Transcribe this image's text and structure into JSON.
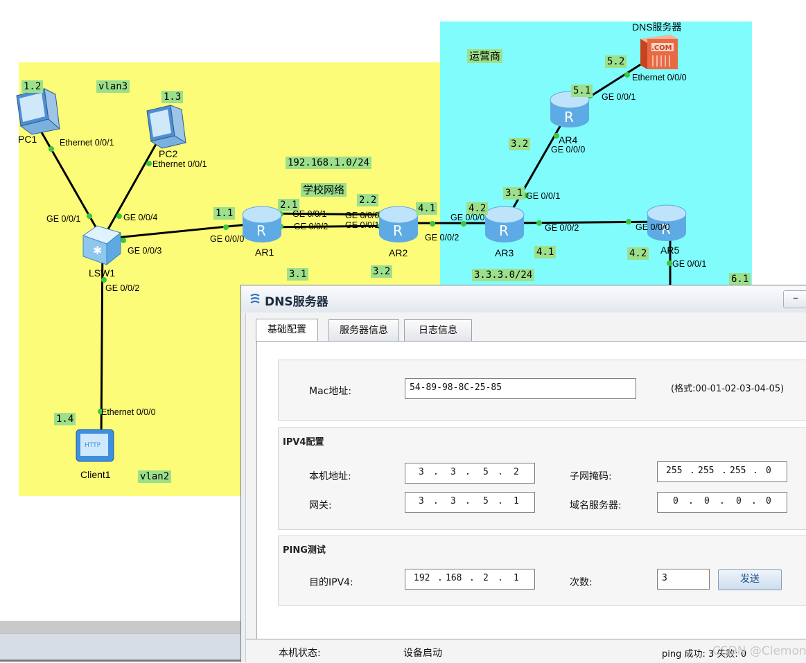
{
  "topology": {
    "zones": [
      {
        "name": "school",
        "color": "#fdfc78"
      },
      {
        "name": "isp",
        "color": "#80fcfc"
      }
    ],
    "zone_labels": {
      "school": "学校网络",
      "isp": "运营商"
    },
    "vlan_labels": {
      "vlan3": "vlan3",
      "vlan2": "vlan2"
    },
    "subnet_labels": {
      "s1": "192.168.1.0/24",
      "s2": "3.3.3.0/24"
    },
    "ip_tags": {
      "pc1": "1.2",
      "pc2": "1.3",
      "client1": "1.4",
      "ar1_g000": "1.1",
      "ar1_g001": "2.1",
      "ar1_g002": "3.1",
      "ar2_g000": "2.2",
      "ar2_g001": "3.2",
      "ar2_g002": "4.1",
      "ar3_g000": "4.2",
      "ar3_g001": "3.1",
      "ar3_g002": "4.1",
      "ar4_g000": "3.2",
      "ar4_g001": "5.1",
      "dns": "5.2",
      "ar5_g000": "4.2",
      "ar5_g001": "6.1"
    },
    "devices": {
      "pc1": "PC1",
      "pc2": "PC2",
      "lsw1": "LSW1",
      "client1": "Client1",
      "ar1": "AR1",
      "ar2": "AR2",
      "ar3": "AR3",
      "ar4": "AR4",
      "ar5": "AR5",
      "dns": "DNS服务器"
    },
    "ports": {
      "pc1_eth": "Ethernet 0/0/1",
      "pc2_eth": "Ethernet 0/0/1",
      "lsw_g1": "GE 0/0/1",
      "lsw_g4": "GE 0/0/4",
      "lsw_g3": "GE 0/0/3",
      "lsw_g2": "GE 0/0/2",
      "client_eth": "Ethernet 0/0/0",
      "ar1_g000": "GE 0/0/0",
      "ar1_g001": "GE 0/0/1",
      "ar1_g002": "GE 0/0/2",
      "ar2_g000": "GE 0/0/0",
      "ar2_g001": "GE 0/0/1",
      "ar2_g002": "GE 0/0/2",
      "ar3_g000": "GE 0/0/0",
      "ar3_g001": "GE 0/0/1",
      "ar3_g002": "GE 0/0/2",
      "ar4_g000": "GE 0/0/0",
      "ar4_g001": "GE 0/0/1",
      "dns_eth": "Ethernet 0/0/0",
      "ar5_g000": "GE 0/0/0",
      "ar5_g001": "GE 0/0/1"
    },
    "icon_text": {
      "router": "R",
      "dns": ".COM",
      "client": "HTTP"
    }
  },
  "dialog": {
    "title": "DNS服务器",
    "minimize": "–",
    "tabs": [
      {
        "label": "基础配置",
        "active": true
      },
      {
        "label": "服务器信息",
        "active": false
      },
      {
        "label": "日志信息",
        "active": false
      }
    ],
    "mac": {
      "label": "Mac地址:",
      "value": "54-89-98-8C-25-85",
      "hint": "(格式:00-01-02-03-04-05)"
    },
    "ipv4": {
      "group_label": "IPV4配置",
      "local_ip": {
        "label": "本机地址:",
        "octets": [
          "3",
          "3",
          "5",
          "2"
        ]
      },
      "mask": {
        "label": "子网掩码:",
        "octets": [
          "255",
          "255",
          "255",
          "0"
        ]
      },
      "gateway": {
        "label": "网关:",
        "octets": [
          "3",
          "3",
          "5",
          "1"
        ]
      },
      "dns": {
        "label": "域名服务器:",
        "octets": [
          "0",
          "0",
          "0",
          "0"
        ]
      }
    },
    "ping": {
      "group_label": "PING测试",
      "dest": {
        "label": "目的IPV4:",
        "octets": [
          "192",
          "168",
          "2",
          "1"
        ]
      },
      "count": {
        "label": "次数:",
        "value": "3"
      },
      "send": "发送"
    },
    "status": {
      "label": "本机状态:",
      "value": "设备启动",
      "result": "ping 成功: 3  失败: 0"
    }
  },
  "watermark": "CSDN @Clemon汐"
}
